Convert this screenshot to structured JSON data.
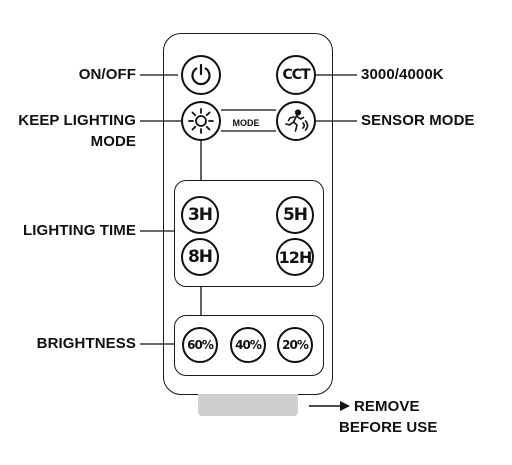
{
  "remote": {
    "power_button": {
      "icon": "power-icon"
    },
    "cct_button": {
      "label": "CCT"
    },
    "keep_lighting_button": {
      "icon": "sun-icon"
    },
    "sensor_button": {
      "icon": "running-person-icon"
    },
    "mode_label": "MODE",
    "lighting_time_buttons": [
      "3H",
      "5H",
      "8H",
      "12H"
    ],
    "brightness_buttons": [
      "60%",
      "40%",
      "20%"
    ]
  },
  "callouts": {
    "on_off": "ON/OFF",
    "cct": "3000/4000K",
    "keep_lighting_line1": "KEEP LIGHTING",
    "keep_lighting_line2": "MODE",
    "sensor_mode": "SENSOR MODE",
    "lighting_time": "LIGHTING TIME",
    "brightness": "BRIGHTNESS",
    "remove_line1": "REMOVE",
    "remove_line2": "BEFORE USE"
  }
}
